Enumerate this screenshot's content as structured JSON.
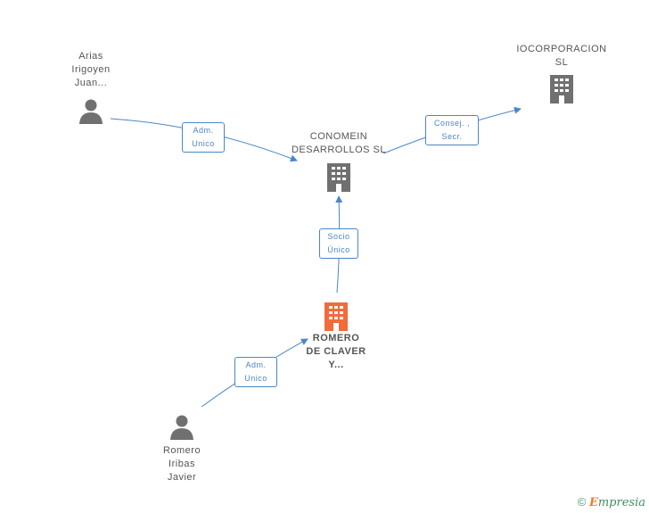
{
  "nodes": {
    "arias": {
      "lines": [
        "Arias",
        "Irigoyen",
        "Juan..."
      ],
      "type": "person"
    },
    "iocorporacion": {
      "lines": [
        "IOCORPORACION",
        "SL"
      ],
      "type": "company"
    },
    "conomein": {
      "lines": [
        "CONOMEIN",
        "DESARROLLOS SL"
      ],
      "type": "company"
    },
    "romero_claver": {
      "lines": [
        "ROMERO",
        "DE CLAVER",
        "Y..."
      ],
      "type": "company-main"
    },
    "romero_iribas": {
      "lines": [
        "Romero",
        "Iribas",
        "Javier"
      ],
      "type": "person"
    }
  },
  "edges": {
    "adm_unico_1": {
      "lines": [
        "Adm.",
        "Unico"
      ]
    },
    "consej_secr": {
      "lines": [
        "Consej. ,",
        "Secr."
      ]
    },
    "socio_unico": {
      "lines": [
        "Socio",
        "Único"
      ]
    },
    "adm_unico_2": {
      "lines": [
        "Adm.",
        "Unico"
      ]
    }
  },
  "colors": {
    "edge": "#4a86c8",
    "company": "#707070",
    "main_company": "#f26b3a",
    "person": "#707070"
  },
  "footer": {
    "copyright": "©",
    "brand_e": "E",
    "brand_rest": "mpresia"
  }
}
